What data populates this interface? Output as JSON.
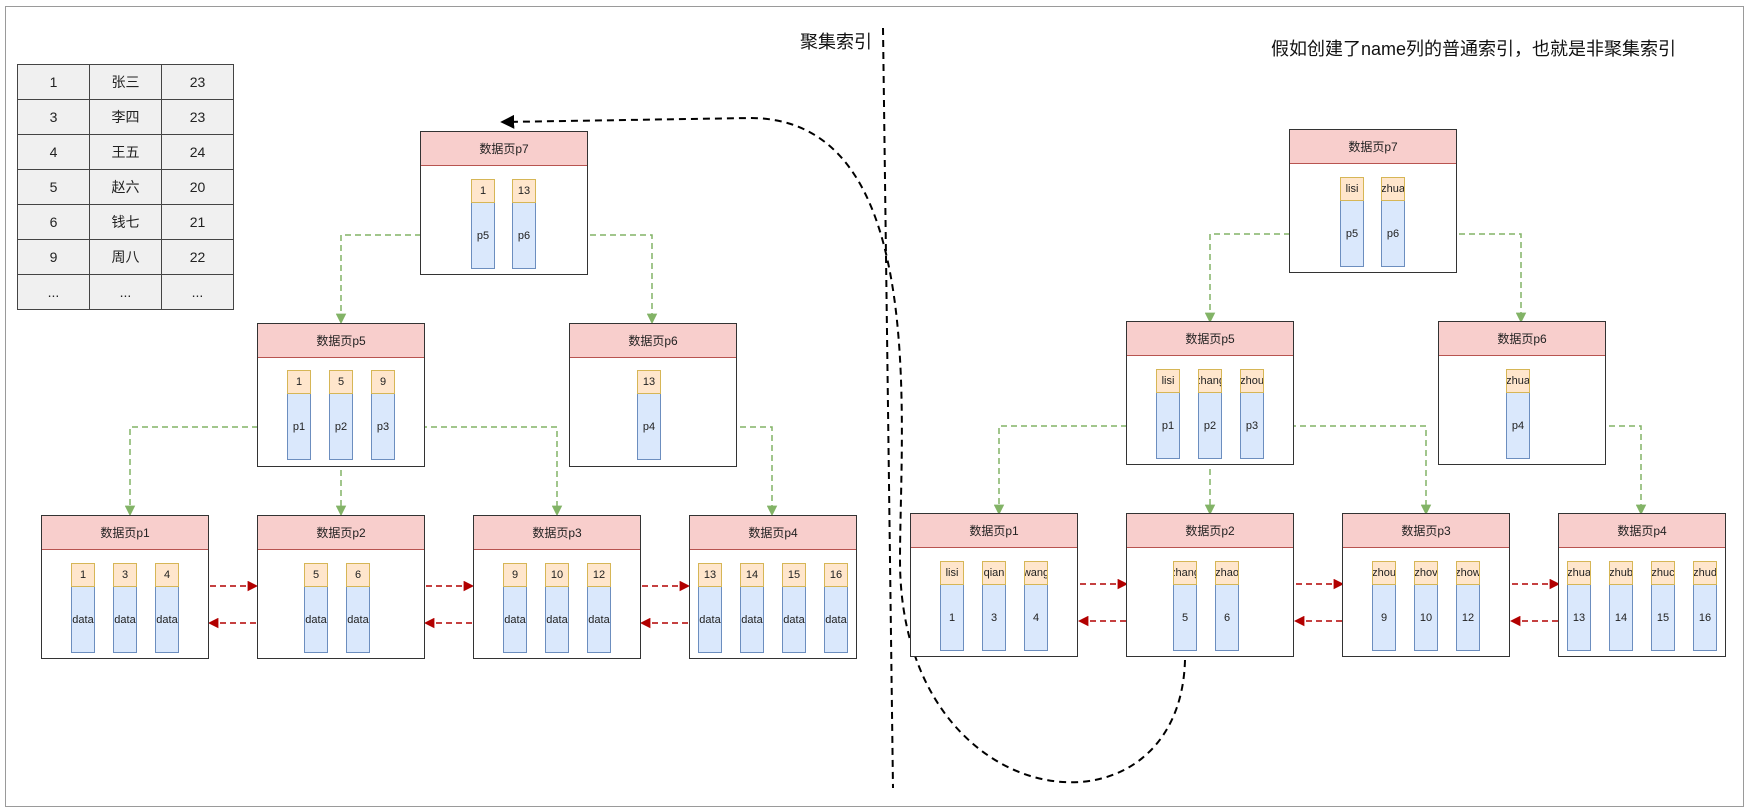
{
  "titles": {
    "clustered": "聚集索引",
    "secondary": "假如创建了name列的普通索引，也就是非聚集索引"
  },
  "colors": {
    "page_header": "#f8cecc",
    "key_cell": "#ffe6cc",
    "value_cell": "#dae8fc",
    "tree_link": "#82b366",
    "leaf_link": "#b20000"
  },
  "table": {
    "rows": [
      [
        "1",
        "张三",
        "23"
      ],
      [
        "3",
        "李四",
        "23"
      ],
      [
        "4",
        "王五",
        "24"
      ],
      [
        "5",
        "赵六",
        "20"
      ],
      [
        "6",
        "钱七",
        "21"
      ],
      [
        "9",
        "周八",
        "22"
      ],
      [
        "...",
        "...",
        "..."
      ]
    ]
  },
  "clustered": {
    "root": {
      "label": "数据页p7",
      "entries": [
        {
          "key": "1",
          "val": "p5"
        },
        {
          "key": "13",
          "val": "p6"
        }
      ]
    },
    "internal": [
      {
        "label": "数据页p5",
        "entries": [
          {
            "key": "1",
            "val": "p1"
          },
          {
            "key": "5",
            "val": "p2"
          },
          {
            "key": "9",
            "val": "p3"
          }
        ]
      },
      {
        "label": "数据页p6",
        "entries": [
          {
            "key": "13",
            "val": "p4"
          }
        ]
      }
    ],
    "leaves": [
      {
        "label": "数据页p1",
        "entries": [
          {
            "key": "1",
            "val": "data"
          },
          {
            "key": "3",
            "val": "data"
          },
          {
            "key": "4",
            "val": "data"
          }
        ]
      },
      {
        "label": "数据页p2",
        "entries": [
          {
            "key": "5",
            "val": "data"
          },
          {
            "key": "6",
            "val": "data"
          }
        ]
      },
      {
        "label": "数据页p3",
        "entries": [
          {
            "key": "9",
            "val": "data"
          },
          {
            "key": "10",
            "val": "data"
          },
          {
            "key": "12",
            "val": "data"
          }
        ]
      },
      {
        "label": "数据页p4",
        "entries": [
          {
            "key": "13",
            "val": "data"
          },
          {
            "key": "14",
            "val": "data"
          },
          {
            "key": "15",
            "val": "data"
          },
          {
            "key": "16",
            "val": "data"
          }
        ]
      }
    ]
  },
  "secondary": {
    "root": {
      "label": "数据页p7",
      "entries": [
        {
          "key": "lisi",
          "val": "p5"
        },
        {
          "key": "zhua",
          "val": "p6"
        }
      ]
    },
    "internal": [
      {
        "label": "数据页p5",
        "entries": [
          {
            "key": "lisi",
            "val": "p1"
          },
          {
            "key": "zhang",
            "val": "p2"
          },
          {
            "key": "zhou",
            "val": "p3"
          }
        ]
      },
      {
        "label": "数据页p6",
        "entries": [
          {
            "key": "zhua",
            "val": "p4"
          }
        ]
      }
    ],
    "leaves": [
      {
        "label": "数据页p1",
        "entries": [
          {
            "key": "lisi",
            "val": "1"
          },
          {
            "key": "qian",
            "val": "3"
          },
          {
            "key": "wang",
            "val": "4"
          }
        ]
      },
      {
        "label": "数据页p2",
        "entries": [
          {
            "key": "zhang",
            "val": "5"
          },
          {
            "key": "zhao",
            "val": "6"
          }
        ]
      },
      {
        "label": "数据页p3",
        "entries": [
          {
            "key": "zhou",
            "val": "9"
          },
          {
            "key": "zhov",
            "val": "10"
          },
          {
            "key": "zhow",
            "val": "12"
          }
        ]
      },
      {
        "label": "数据页p4",
        "entries": [
          {
            "key": "zhua",
            "val": "13"
          },
          {
            "key": "zhub",
            "val": "14"
          },
          {
            "key": "zhuc",
            "val": "15"
          },
          {
            "key": "zhud",
            "val": "16"
          }
        ]
      }
    ]
  }
}
